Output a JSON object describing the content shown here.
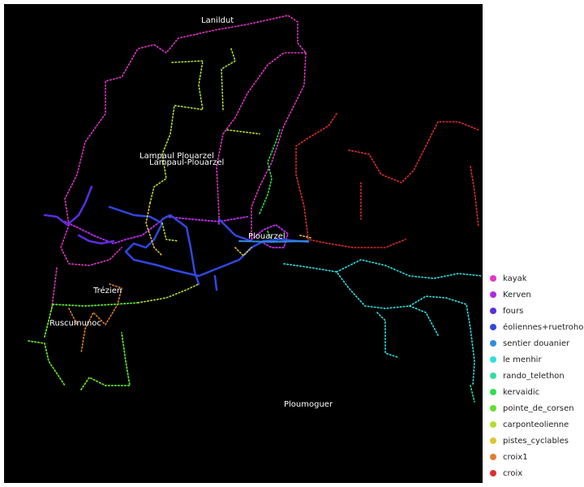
{
  "places": [
    "Lanildut",
    "Lampaul Plouarzel",
    "Lampaul-Plouarzel",
    "Plouarzel",
    "Trézien",
    "Ruscumunoc",
    "Ploumoguer"
  ],
  "legend": [
    {
      "name": "kayak",
      "color": "#e535c8"
    },
    {
      "name": "Kerven",
      "color": "#b02be0"
    },
    {
      "name": "fours",
      "color": "#5a2de0"
    },
    {
      "name": "éoliennes+ruetrohoa",
      "color": "#2f48e0"
    },
    {
      "name": "sentier douanier",
      "color": "#2f8ee0"
    },
    {
      "name": "le menhir",
      "color": "#2ee0e0"
    },
    {
      "name": "rando_telethon",
      "color": "#2ee0a0"
    },
    {
      "name": "kervaidic",
      "color": "#2ee04a"
    },
    {
      "name": "pointe_de_corsen",
      "color": "#5ee02e"
    },
    {
      "name": "carponteolienne",
      "color": "#b0e02e"
    },
    {
      "name": "pistes_cyclables",
      "color": "#e0c62e"
    },
    {
      "name": "croix1",
      "color": "#e0802e"
    },
    {
      "name": "croix",
      "color": "#e02e2e"
    }
  ],
  "background": "#000000"
}
